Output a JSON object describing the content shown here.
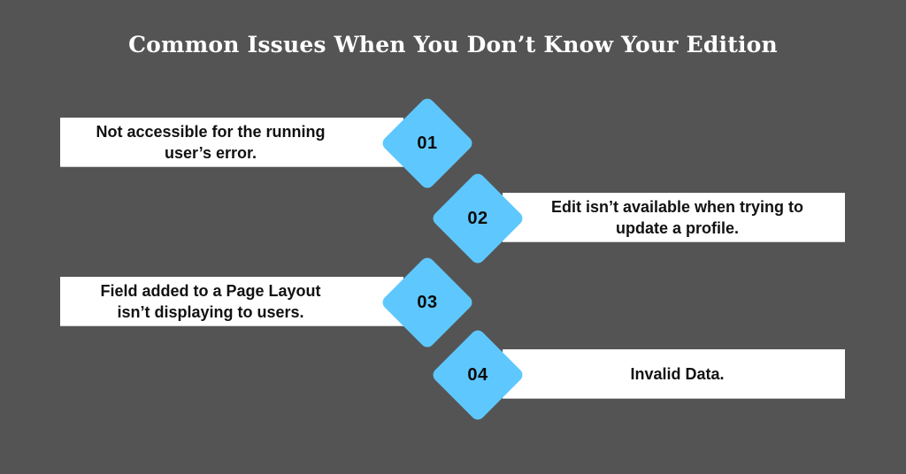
{
  "title": "Common Issues When You Don’t Know Your Edition",
  "colors": {
    "background": "#545454",
    "diamond": "#5ec8fe",
    "box": "#ffffff",
    "text": "#111111",
    "title": "#ffffff"
  },
  "issues": [
    {
      "number": "01",
      "text": "Not accessible for the running\nuser’s error."
    },
    {
      "number": "02",
      "text": "Edit isn’t available when trying to\nupdate a profile."
    },
    {
      "number": "03",
      "text": "Field added to a Page Layout\nisn’t displaying to users."
    },
    {
      "number": "04",
      "text": "Invalid Data."
    }
  ]
}
